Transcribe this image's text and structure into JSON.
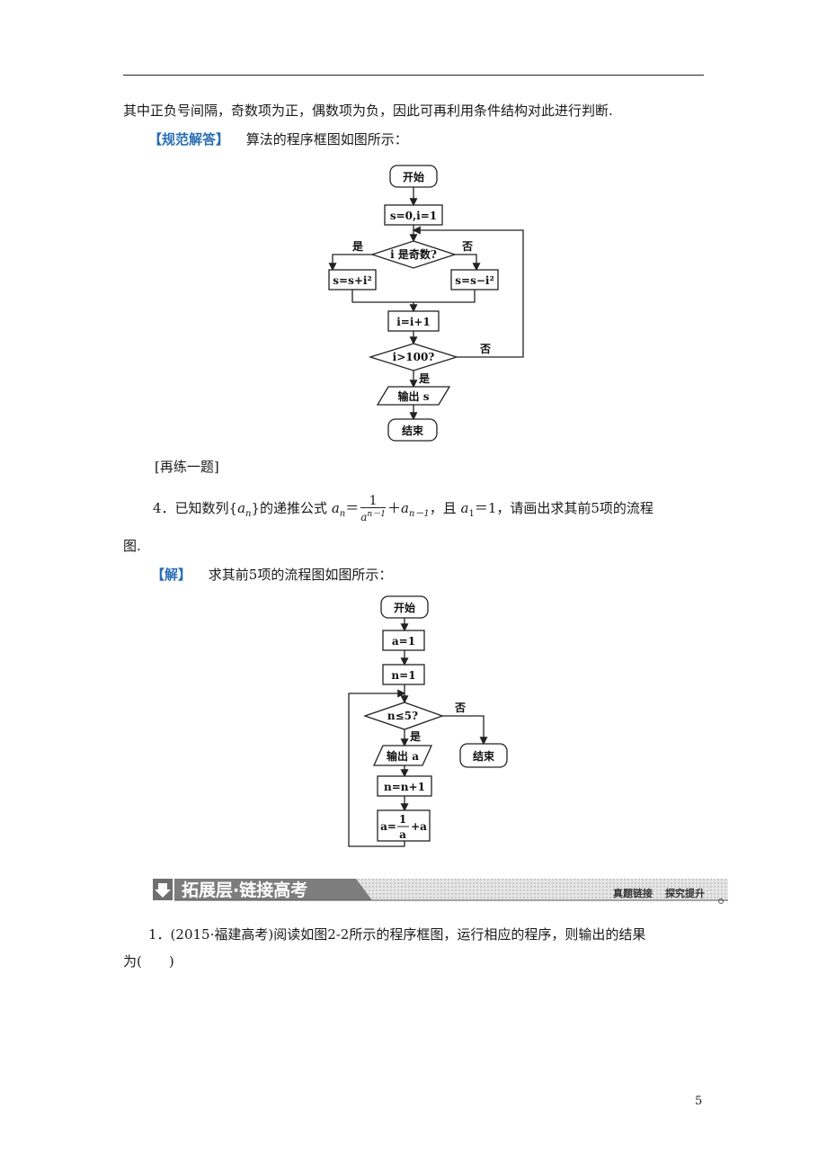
{
  "text": {
    "line1": "其中正负号间隔，奇数项为正，偶数项为负，因此可再利用条件结构对此进行判断.",
    "tag1": "【规范解答】",
    "line2": "算法的程序框图如图所示：",
    "again": "[再练一题]",
    "p4_prefix": "4．已知数列{",
    "p4_seq": "a",
    "p4_seq_sub": "n",
    "p4_mid": "}的递推公式",
    "p4_an": "a",
    "p4_an_sub": "n",
    "p4_eq": "＝",
    "p4_frac_num": "1",
    "p4_frac_den": "a",
    "p4_frac_den_sup": "n－1",
    "p4_plus": "＋",
    "p4_an1": "a",
    "p4_an1_sub": "n－1",
    "p4_rest": "，且",
    "p4_a1": "a",
    "p4_a1_sub": "1",
    "p4_rest2": "＝1，请画出求其前5项的流程",
    "p4_line2": "图.",
    "tag2": "【解】",
    "line_sol": "求其前5项的流程图如图所示：",
    "q1_line1": "1．(2015·福建高考)阅读如图2-2所示的程序框图，运行相应的程序，则输出的结果",
    "q1_line2": "为(　　)",
    "page_num": "5"
  },
  "flow1": {
    "start": "开始",
    "init": "s=0,i=1",
    "cond": "i 是奇数?",
    "yes": "是",
    "no": "否",
    "left_box": "s=s+i²",
    "right_box": "s=s−i²",
    "incr": "i=i+1",
    "cond2": "i>100?",
    "no2": "否",
    "yes2": "是",
    "output": "输出 s",
    "end": "结束"
  },
  "flow2": {
    "start": "开始",
    "init_a": "a=1",
    "init_n": "n=1",
    "cond": "n≤5?",
    "no": "否",
    "yes": "是",
    "output": "输出 a",
    "end": "结束",
    "incr": "n=n+1",
    "update_prefix": "a=",
    "update_num": "1",
    "update_den": "a",
    "update_suffix": "+a"
  },
  "banner": {
    "title": "拓展层·链接高考",
    "right1": "真题链接",
    "right2": "探究提升"
  },
  "colors": {
    "accent": "#2a6fb5",
    "banner_gray": "#7d7d7d"
  }
}
